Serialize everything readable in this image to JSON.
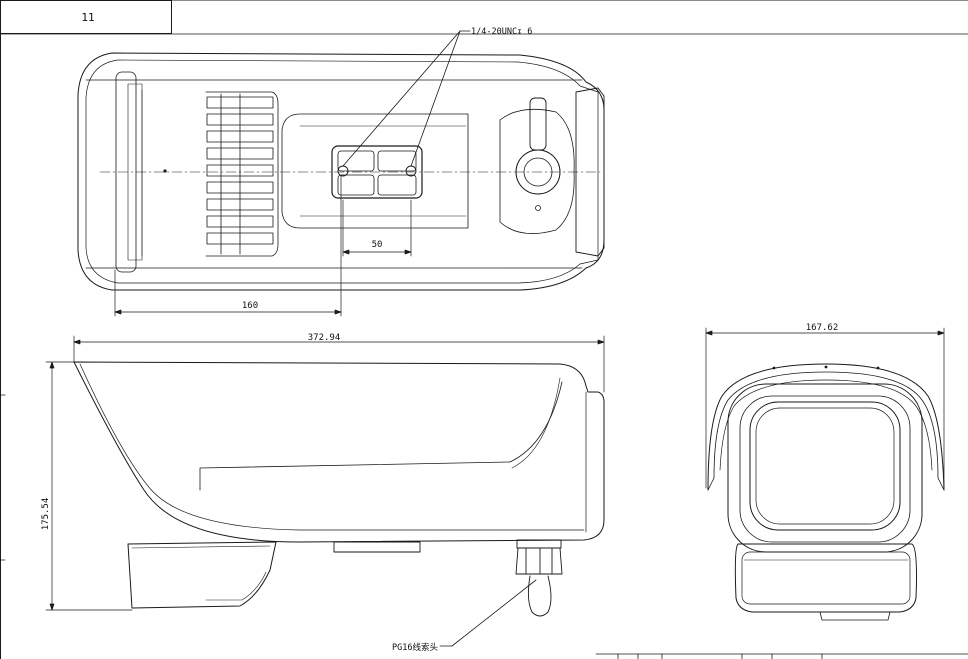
{
  "sheet": {
    "title_block_text": "11"
  },
  "annotations": {
    "thread_callout": "1/4-20UNC↧ 6",
    "cable_gland_callout": "PG16线索头"
  },
  "dimensions": {
    "mount_spacing": "50",
    "rear_to_mount": "160",
    "overall_length": "372.94",
    "overall_height": "175.54",
    "overall_width": "167.62"
  }
}
